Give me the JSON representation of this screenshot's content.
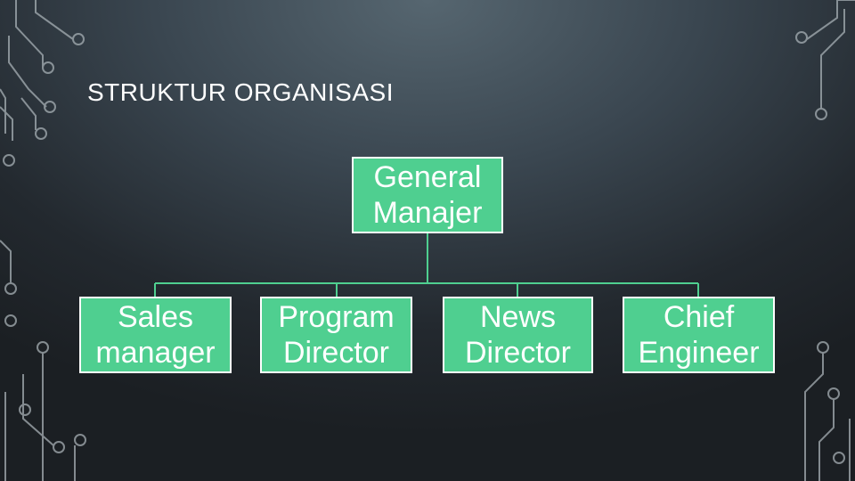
{
  "title": "STRUKTUR ORGANISASI",
  "colors": {
    "box_fill": "#4fcf90",
    "box_border": "#ffffff",
    "connector": "#4fcf90",
    "circuit": "#a7b0b5"
  },
  "org_chart": {
    "root": {
      "line1": "General",
      "line2": "Manajer"
    },
    "children": [
      {
        "line1": "Sales",
        "line2": "manager"
      },
      {
        "line1": "Program",
        "line2": "Director"
      },
      {
        "line1": "News",
        "line2": "Director"
      },
      {
        "line1": "Chief",
        "line2": "Engineer"
      }
    ]
  }
}
